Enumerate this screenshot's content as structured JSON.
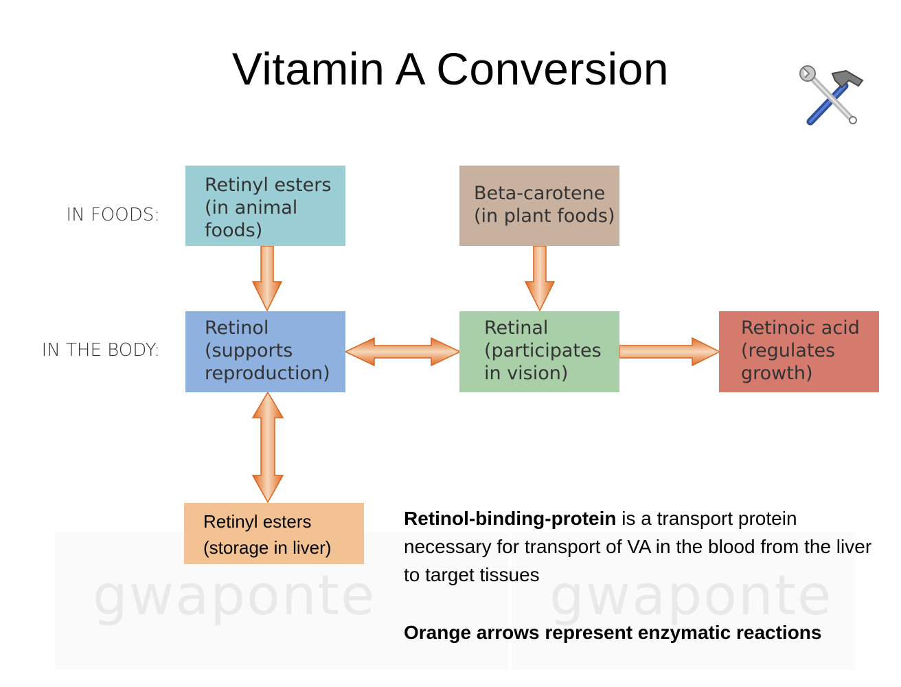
{
  "title": "Vitamin A Conversion",
  "row_labels": {
    "foods": "IN FOODS:",
    "body": "IN THE BODY:"
  },
  "boxes": {
    "retinyl_esters_food": {
      "text": "Retinyl esters\n(in animal\nfoods)",
      "color": "#9bcdd5"
    },
    "beta_carotene": {
      "text": "Beta-carotene\n(in plant foods)",
      "color": "#c8b19f"
    },
    "retinol": {
      "text": "Retinol\n(supports\nreproduction)",
      "color": "#8fb1e0"
    },
    "retinal": {
      "text": "Retinal\n(participates\nin vision)",
      "color": "#a9cfa9"
    },
    "retinoic_acid": {
      "text": "Retinoic acid\n(regulates\ngrowth)",
      "color": "#d47b6e"
    },
    "retinyl_esters_liver": {
      "text": "Retinyl esters\n(storage in liver)",
      "color": "#f3c293"
    }
  },
  "notes": {
    "rbp_bold": "Retinol-binding-protein",
    "rbp_rest": " is a transport protein necessary for transport of VA in the blood from the liver to target tissues",
    "legend": "Orange arrows represent enzymatic reactions"
  },
  "watermark": "gwaponte",
  "arrow_color": "#e8782f",
  "icon": "tools-icon"
}
